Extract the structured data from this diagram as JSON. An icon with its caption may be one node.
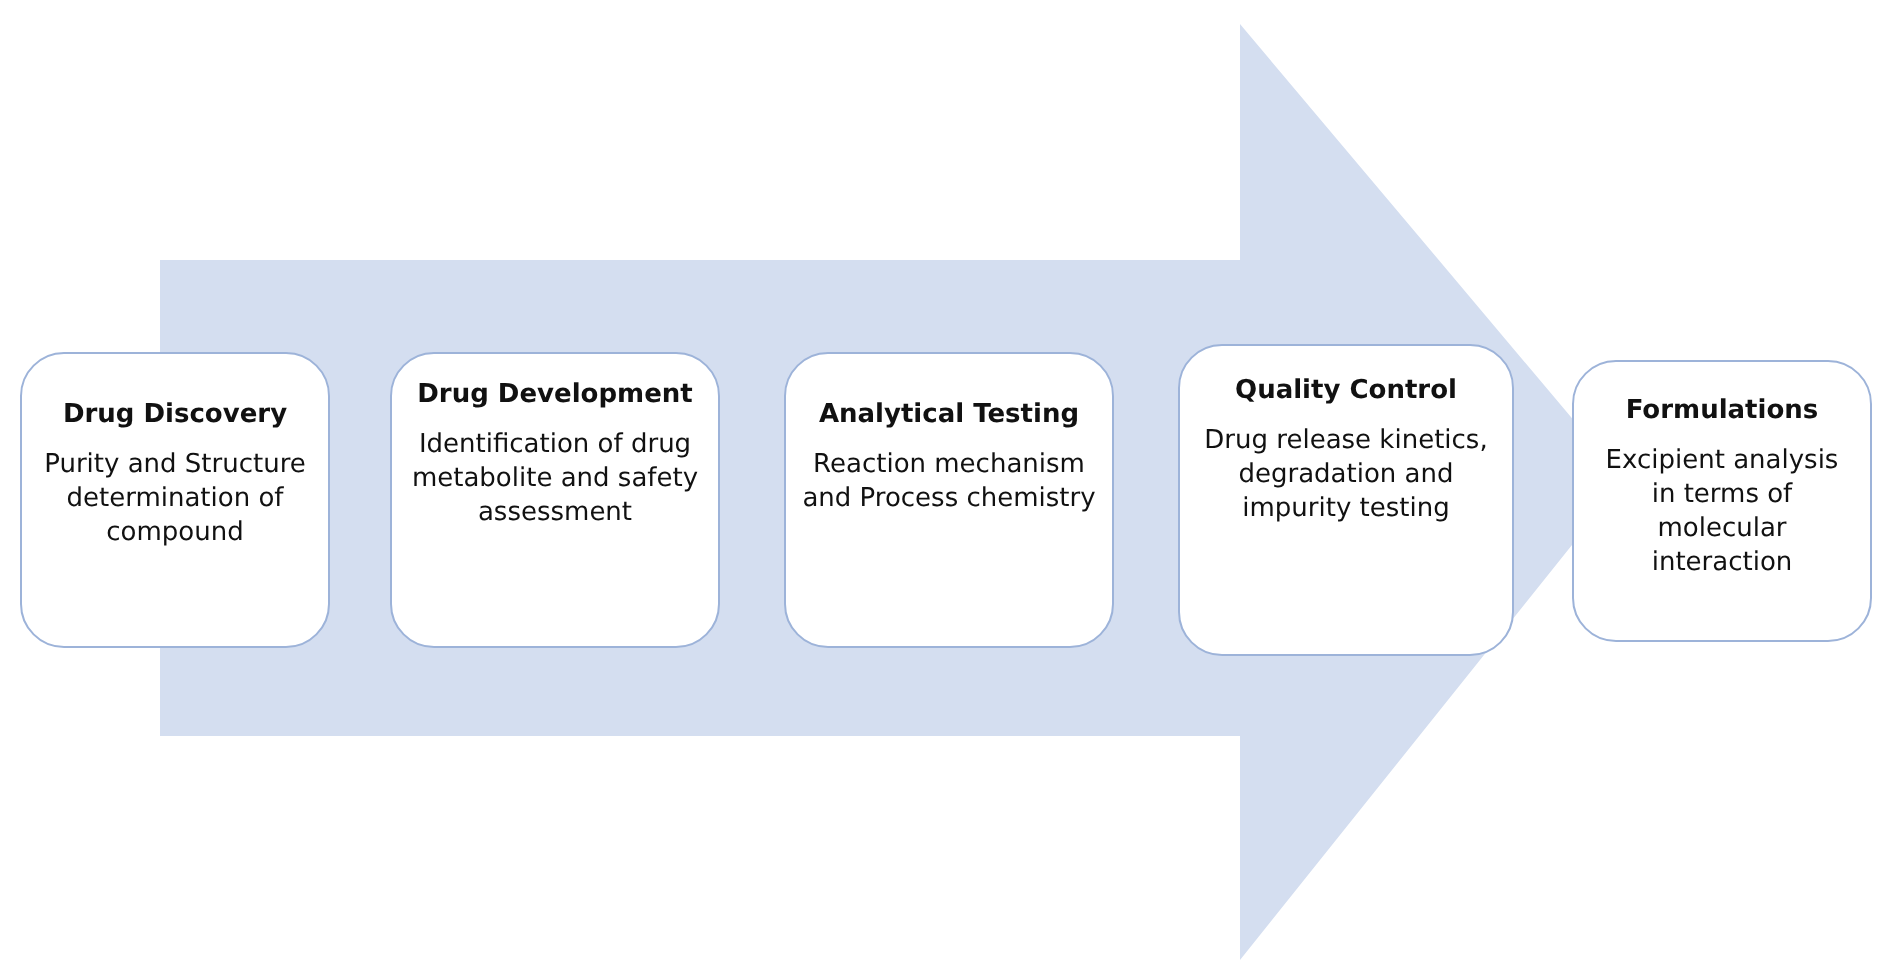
{
  "diagram": {
    "nodes": [
      {
        "text": [
          "Drug Discovery",
          "Purity and Structure determination of compound"
        ]
      },
      {
        "text": [
          "Drug Development",
          "Identification of drug metabolite and safety assessment"
        ]
      },
      {
        "text": [
          "Analytical Testing",
          "Reaction mechanism and Process chemistry"
        ]
      },
      {
        "text": [
          "Quality Control",
          "Drug release kinetics, degradation and impurity testing"
        ]
      },
      {
        "text": [
          "Formulations",
          "Excipient analysis in terms of molecular interaction"
        ]
      }
    ],
    "edges": [
      {
        "from": 0,
        "to": 4,
        "arrow": "to"
      }
    ]
  }
}
